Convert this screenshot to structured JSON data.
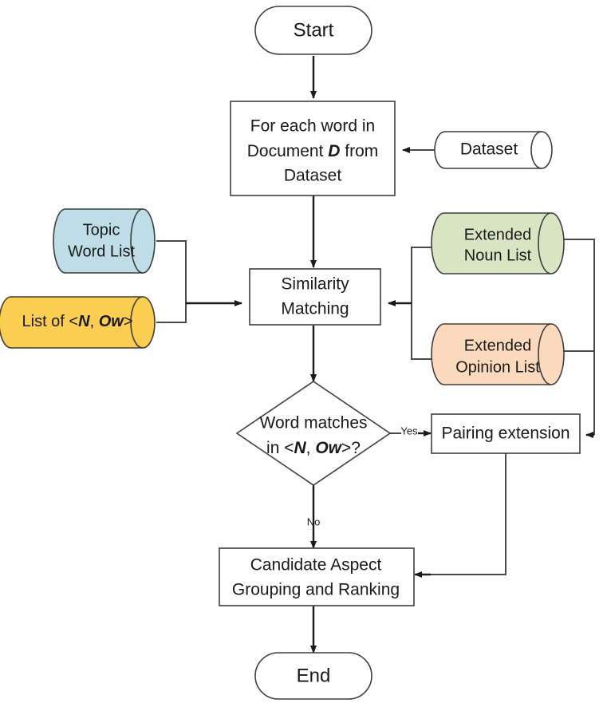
{
  "diagram": {
    "title": "Aspect extraction flowchart",
    "background": "#ffffff"
  },
  "nodes": {
    "start": {
      "label": "Start",
      "shape": "terminator",
      "fill": "#ffffff"
    },
    "for_each": {
      "line1": "For each word in",
      "line2_pre": "Document ",
      "line2_em": "D",
      "line2_post": " from",
      "line3": "Dataset",
      "shape": "process",
      "fill": "#ffffff"
    },
    "dataset": {
      "label": "Dataset",
      "shape": "cylinder",
      "fill": "#ffffff"
    },
    "topic_word_list": {
      "line1": "Topic",
      "line2": "Word List",
      "shape": "cylinder",
      "fill": "#bfdde7"
    },
    "list_of_n_ow": {
      "pre": "List of <",
      "em1": "N",
      "mid": ", ",
      "em2": "Ow",
      "post": ">",
      "shape": "cylinder",
      "fill": "#fbce51"
    },
    "similarity_matching": {
      "line1": "Similarity",
      "line2": "Matching",
      "shape": "process",
      "fill": "#ffffff"
    },
    "extended_noun_list": {
      "line1": "Extended",
      "line2": "Noun List",
      "shape": "cylinder",
      "fill": "#d9e4c3"
    },
    "extended_opinion_list": {
      "line1": "Extended",
      "line2": "Opinion List",
      "shape": "cylinder",
      "fill": "#fbd9bd"
    },
    "word_matches": {
      "line1": "Word matches",
      "line2_pre": "in <",
      "line2_em1": "N",
      "line2_mid": ", ",
      "line2_em2": "Ow",
      "line2_post": ">?",
      "shape": "decision",
      "fill": "#ffffff"
    },
    "pairing_extension": {
      "label": "Pairing extension",
      "shape": "process",
      "fill": "#ffffff"
    },
    "candidate_aspect": {
      "line1": "Candidate Aspect",
      "line2": "Grouping and Ranking",
      "shape": "process",
      "fill": "#ffffff"
    },
    "end": {
      "label": "End",
      "shape": "terminator",
      "fill": "#ffffff"
    }
  },
  "edges": {
    "yes_label": "Yes",
    "no_label": "No"
  }
}
